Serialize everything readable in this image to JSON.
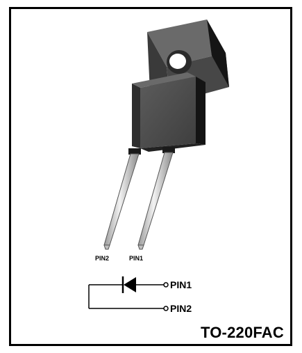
{
  "package_name": "TO-220FAC",
  "pin_labels_on_leads": {
    "pin2": "PIN2",
    "pin1": "PIN1"
  },
  "schematic_labels": {
    "pin1": "PIN1",
    "pin2": "PIN2"
  },
  "colors": {
    "border": "#000000",
    "body_front": "#4f4f4f",
    "body_side": "#1a1a1a",
    "body_top": "#6a6a6a",
    "tab_front": "#3f3f3f",
    "lead_fill": "#e0e0e0"
  },
  "icons": {
    "diode": "diode-symbol-icon"
  }
}
